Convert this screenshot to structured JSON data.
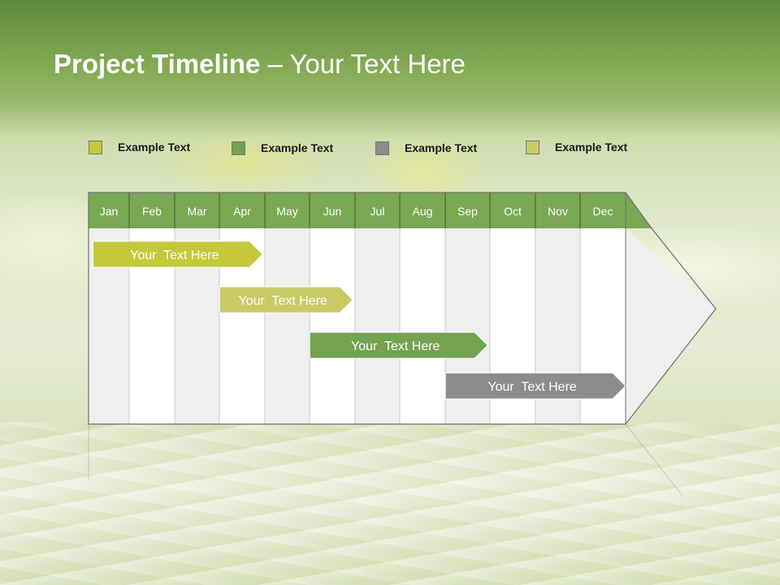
{
  "title": {
    "bold": "Project Timeline",
    "rest": " – Your Text Here"
  },
  "legend": [
    {
      "label": "Example Text",
      "color": "#c4c83a"
    },
    {
      "label": "Example Text",
      "color": "#74a24f"
    },
    {
      "label": "Example Text",
      "color": "#8c8c8c"
    },
    {
      "label": "Example Text",
      "color": "#c9ca66"
    }
  ],
  "chart_data": {
    "type": "gantt",
    "months": [
      "Jan",
      "Feb",
      "Mar",
      "Apr",
      "May",
      "Jun",
      "Jul",
      "Aug",
      "Sep",
      "Oct",
      "Nov",
      "Dec"
    ],
    "tasks": [
      {
        "label": "Your  Text Here",
        "start_month": 0.05,
        "end_month": 3.95,
        "color": "#c4c83a"
      },
      {
        "label": "Your  Text Here",
        "start_month": 2.95,
        "end_month": 5.95,
        "color": "#c9ca66"
      },
      {
        "label": "Your  Text Here",
        "start_month": 4.95,
        "end_month": 8.95,
        "color": "#74a24f"
      },
      {
        "label": "Your  Text Here",
        "start_month": 7.95,
        "end_month": 12.0,
        "color": "#8c8c8c"
      }
    ],
    "colors": {
      "header": "#79a852",
      "stripe_a": "#efefef",
      "stripe_b": "#ffffff",
      "border": "#6f6f6f"
    }
  }
}
